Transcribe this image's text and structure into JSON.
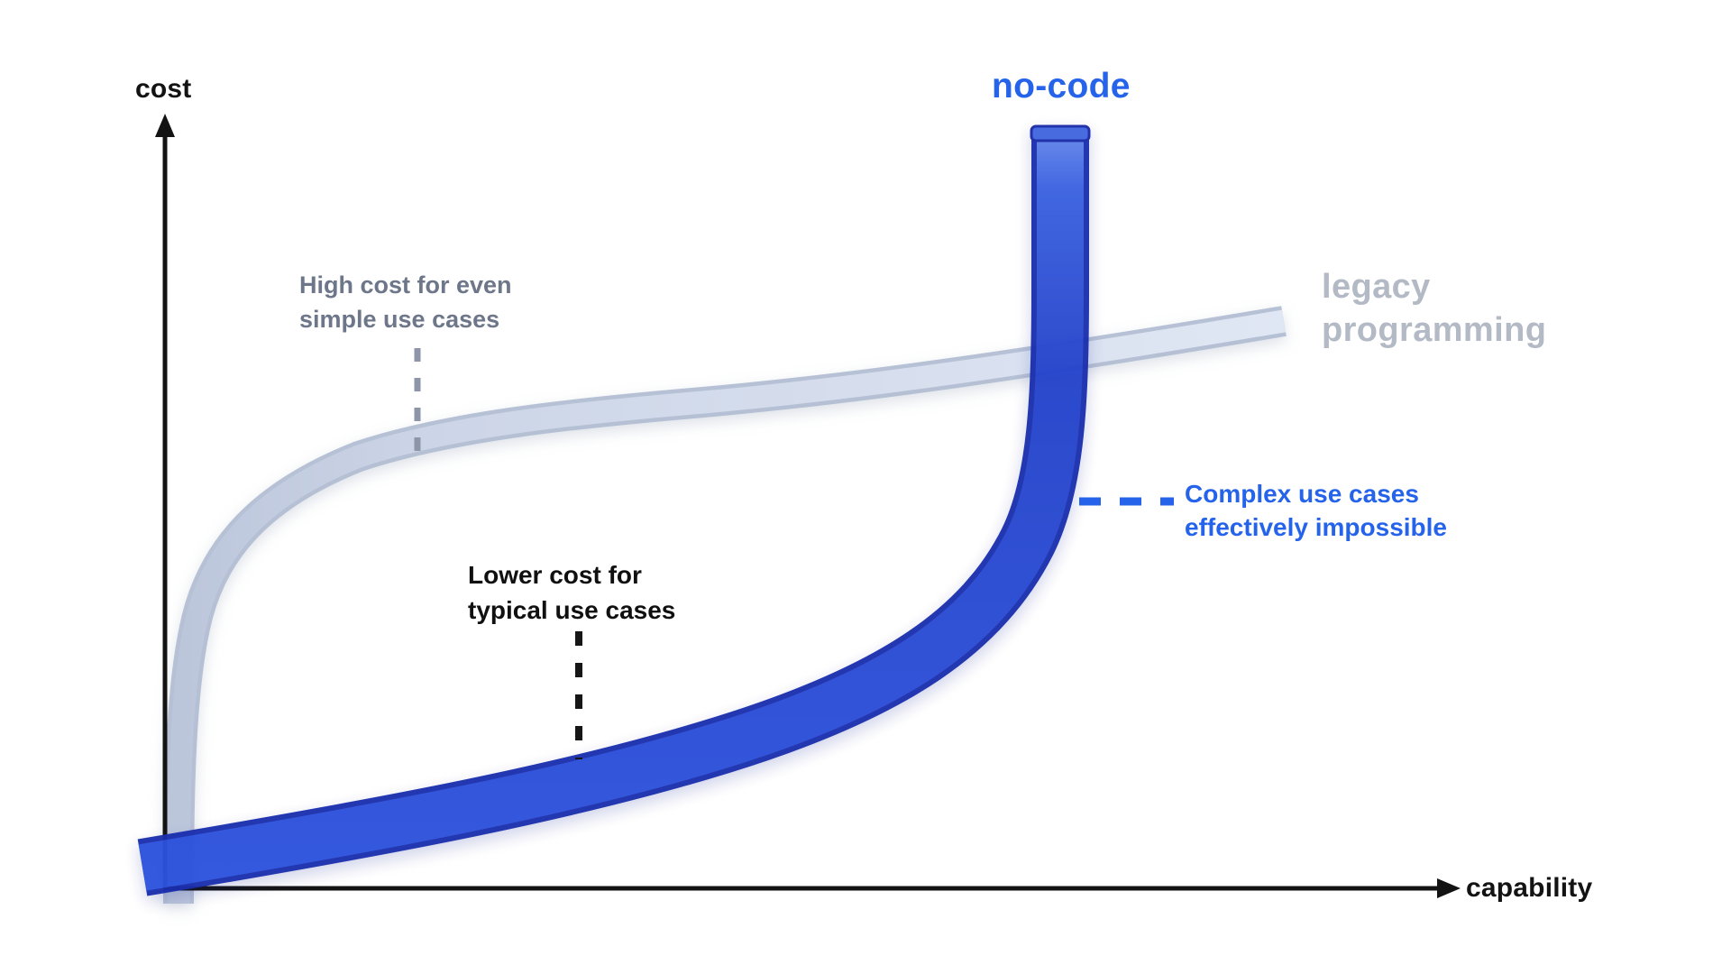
{
  "canvas": {
    "background": "#ffffff"
  },
  "axes": {
    "y_label": "cost",
    "x_label": "capability",
    "color": "#131313"
  },
  "curves": {
    "nocode": {
      "label": "no-code",
      "label_color": "#2563eb",
      "ribbon_color": "#2b4fd8",
      "edge_color": "#1b2fae"
    },
    "legacy": {
      "label_line1": "legacy",
      "label_line2": "programming",
      "label_color": "#b3bac6",
      "ribbon_color": "#dbe2f1",
      "edge_color": "#b2bdd3"
    }
  },
  "annotations": {
    "high_cost": {
      "line1": "High cost for even",
      "line2": "simple use cases",
      "color": "#6d7789",
      "dash_color": "#8d96a8"
    },
    "lower_cost": {
      "line1": "Lower cost for",
      "line2": "typical use cases",
      "color": "#101010",
      "dash_color": "#161616"
    },
    "complex": {
      "line1": "Complex use cases",
      "line2": "effectively impossible",
      "color": "#2563eb",
      "dash_color": "#2563eb"
    }
  },
  "chart_data": {
    "type": "line",
    "title": "",
    "xlabel": "capability",
    "ylabel": "cost",
    "xlim": [
      0,
      100
    ],
    "ylim": [
      0,
      100
    ],
    "grid": false,
    "legend_position": "inline-labels",
    "series": [
      {
        "name": "no-code",
        "color": "#2b4fd8",
        "x": [
          0,
          10,
          22,
          33,
          43,
          52,
          60,
          64,
          67,
          69,
          69.5,
          69.5
        ],
        "y": [
          3,
          5,
          8,
          12,
          18,
          24,
          32,
          40,
          52,
          68,
          85,
          98
        ]
      },
      {
        "name": "legacy programming",
        "color": "#dbe2f1",
        "x": [
          0,
          0.5,
          1.5,
          4,
          9,
          15,
          26,
          43,
          56,
          70,
          87
        ],
        "y": [
          0,
          18,
          34,
          46,
          53,
          57,
          60,
          63,
          66,
          69,
          74
        ]
      }
    ],
    "annotations": [
      {
        "text": "High cost for even simple use cases",
        "attached_to": "legacy programming",
        "x": 20,
        "y": 70
      },
      {
        "text": "Lower cost for typical use cases",
        "attached_to": "no-code",
        "x": 32,
        "y": 33
      },
      {
        "text": "Complex use cases effectively impossible",
        "attached_to": "no-code",
        "x": 74,
        "y": 50
      }
    ]
  }
}
